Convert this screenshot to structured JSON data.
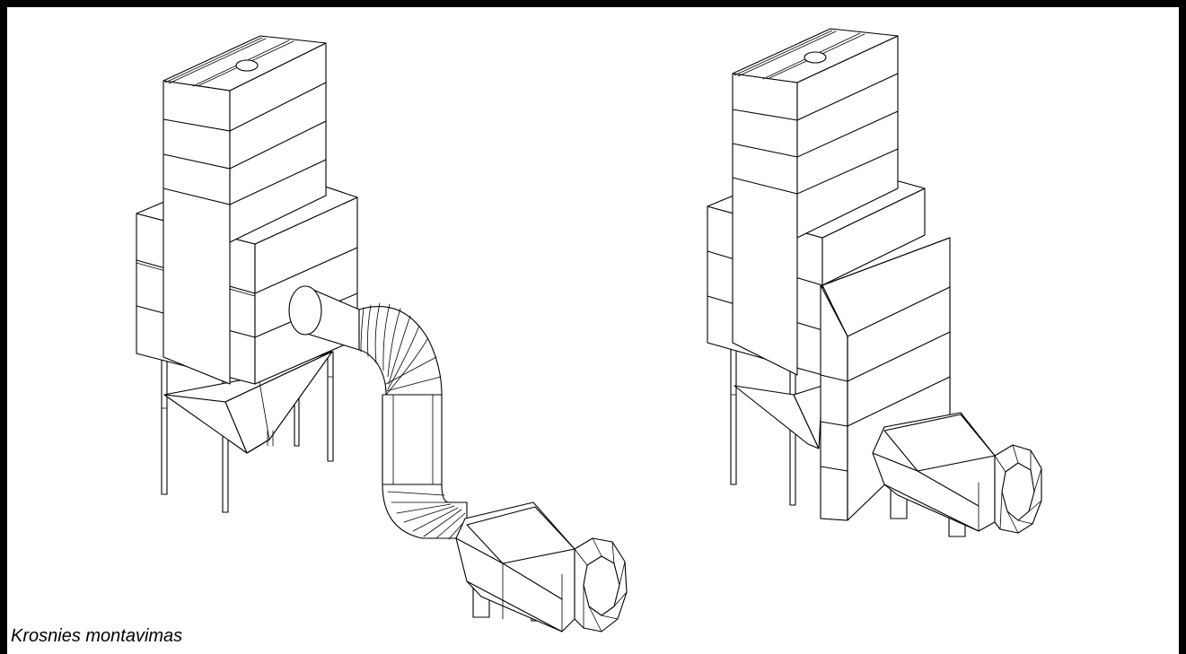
{
  "caption": "Krosnies montavimas",
  "colors": {
    "frame": "#000000",
    "background": "#ffffff",
    "linework": "#000000"
  },
  "figures": [
    {
      "id": "dryer-with-duct-and-furnace"
    },
    {
      "id": "dryer-with-attached-furnace"
    }
  ]
}
